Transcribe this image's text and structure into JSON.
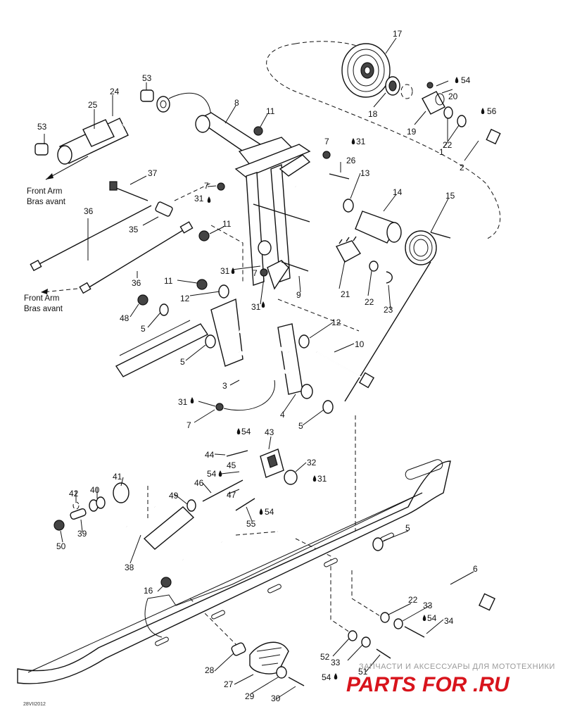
{
  "labels": [
    {
      "id": "p17",
      "text": "17"
    },
    {
      "id": "p54a",
      "text": "54"
    },
    {
      "id": "p20",
      "text": "20"
    },
    {
      "id": "p56",
      "text": "56"
    },
    {
      "id": "p18",
      "text": "18"
    },
    {
      "id": "p19",
      "text": "19"
    },
    {
      "id": "p22a",
      "text": "22"
    },
    {
      "id": "p1",
      "text": "1"
    },
    {
      "id": "p2",
      "text": "2"
    },
    {
      "id": "p8",
      "text": "8"
    },
    {
      "id": "p11a",
      "text": "11"
    },
    {
      "id": "p53a",
      "text": "53"
    },
    {
      "id": "p24",
      "text": "24"
    },
    {
      "id": "p25",
      "text": "25"
    },
    {
      "id": "p53b",
      "text": "53"
    },
    {
      "id": "p7a",
      "text": "7"
    },
    {
      "id": "p31a",
      "text": "31"
    },
    {
      "id": "p26",
      "text": "26"
    },
    {
      "id": "p13",
      "text": "13"
    },
    {
      "id": "p37",
      "text": "37"
    },
    {
      "id": "p7b",
      "text": "7"
    },
    {
      "id": "p31b",
      "text": "31"
    },
    {
      "id": "p14",
      "text": "14"
    },
    {
      "id": "p15",
      "text": "15"
    },
    {
      "id": "p36a",
      "text": "36"
    },
    {
      "id": "p35",
      "text": "35"
    },
    {
      "id": "p11b",
      "text": "11"
    },
    {
      "id": "p31c",
      "text": "31"
    },
    {
      "id": "p7c",
      "text": "7"
    },
    {
      "id": "p21",
      "text": "21"
    },
    {
      "id": "p22b",
      "text": "22"
    },
    {
      "id": "p23",
      "text": "23"
    },
    {
      "id": "p11c",
      "text": "11"
    },
    {
      "id": "p36b",
      "text": "36"
    },
    {
      "id": "p9",
      "text": "9"
    },
    {
      "id": "p12a",
      "text": "12"
    },
    {
      "id": "p31d",
      "text": "31"
    },
    {
      "id": "p48",
      "text": "48"
    },
    {
      "id": "p5a",
      "text": "5"
    },
    {
      "id": "p12b",
      "text": "12"
    },
    {
      "id": "p10",
      "text": "10"
    },
    {
      "id": "p5b",
      "text": "5"
    },
    {
      "id": "p3",
      "text": "3"
    },
    {
      "id": "p31e",
      "text": "31"
    },
    {
      "id": "p4",
      "text": "4"
    },
    {
      "id": "p7d",
      "text": "7"
    },
    {
      "id": "p5c",
      "text": "5"
    },
    {
      "id": "p43",
      "text": "43"
    },
    {
      "id": "p54b",
      "text": "54"
    },
    {
      "id": "p44",
      "text": "44"
    },
    {
      "id": "p32",
      "text": "32"
    },
    {
      "id": "p54c",
      "text": "54"
    },
    {
      "id": "p45",
      "text": "45"
    },
    {
      "id": "p31f",
      "text": "31"
    },
    {
      "id": "p41",
      "text": "41"
    },
    {
      "id": "p46",
      "text": "46"
    },
    {
      "id": "p47",
      "text": "47"
    },
    {
      "id": "p42",
      "text": "42"
    },
    {
      "id": "p40",
      "text": "40"
    },
    {
      "id": "p49",
      "text": "49"
    },
    {
      "id": "p54d",
      "text": "54"
    },
    {
      "id": "p55",
      "text": "55"
    },
    {
      "id": "p50",
      "text": "50"
    },
    {
      "id": "p39",
      "text": "39"
    },
    {
      "id": "p5d",
      "text": "5"
    },
    {
      "id": "p38",
      "text": "38"
    },
    {
      "id": "p6",
      "text": "6"
    },
    {
      "id": "p16",
      "text": "16"
    },
    {
      "id": "p22c",
      "text": "22"
    },
    {
      "id": "p33a",
      "text": "33"
    },
    {
      "id": "p54e",
      "text": "54"
    },
    {
      "id": "p34",
      "text": "34"
    },
    {
      "id": "p52",
      "text": "52"
    },
    {
      "id": "p33b",
      "text": "33"
    },
    {
      "id": "p51",
      "text": "51"
    },
    {
      "id": "p54f",
      "text": "54"
    },
    {
      "id": "p28",
      "text": "28"
    },
    {
      "id": "p27",
      "text": "27"
    },
    {
      "id": "p29",
      "text": "29"
    },
    {
      "id": "p30",
      "text": "30"
    }
  ],
  "notes": {
    "front_arm_1_line1": "Front Arm",
    "front_arm_1_line2": "Bras avant",
    "front_arm_2_line1": "Front Arm",
    "front_arm_2_line2": "Bras avant",
    "footer_code": "28VII2012",
    "watermark_text": "ЗАПЧАСТИ И АКСЕССУАРЫ ДЛЯ МОТОТЕХНИКИ",
    "brand_left": "PARTS",
    "brand_mid": "FOR",
    "brand_right": ".RU"
  },
  "colors": {
    "line": "#111111",
    "brand_red": "#d8141c",
    "watermark_grey": "#9a9a9a"
  }
}
